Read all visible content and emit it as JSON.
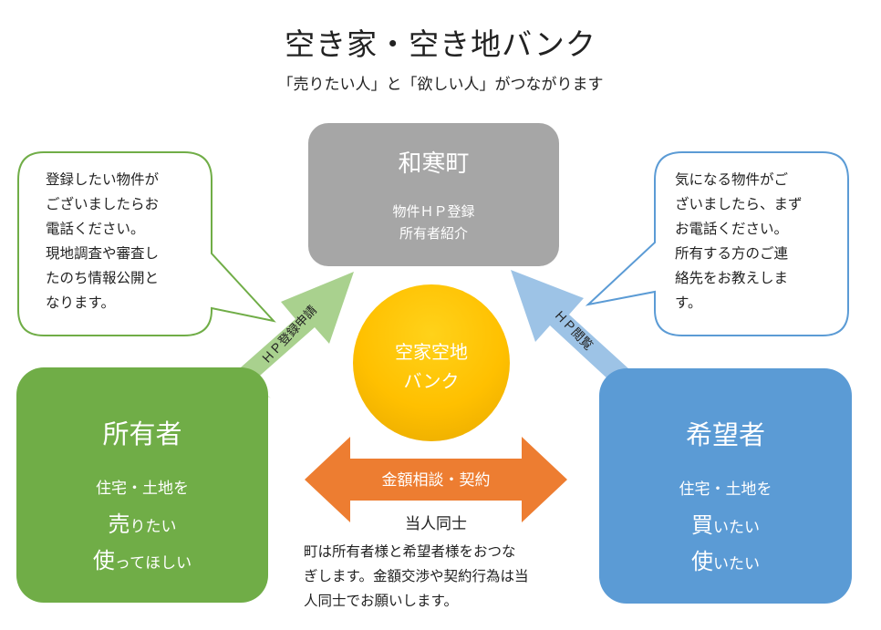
{
  "header": {
    "title": "空き家・空き地バンク",
    "subtitle": "「売りたい人」と「欲しい人」がつながります"
  },
  "town": {
    "name": "和寒町",
    "line1": "物件ＨＰ登録",
    "line2": "所有者紹介"
  },
  "center": {
    "line1": "空家空地",
    "line2": "バンク"
  },
  "owner": {
    "title": "所有者",
    "line1": "住宅・土地を",
    "line2_big": "売",
    "line2_rest": "りたい",
    "line3_big": "使",
    "line3_rest": "ってほしい"
  },
  "seeker": {
    "title": "希望者",
    "line1": "住宅・土地を",
    "line2_big": "買",
    "line2_rest": "いたい",
    "line3_big": "使",
    "line3_rest": "いたい"
  },
  "left_bubble": {
    "lines": [
      "登録したい物件が",
      "ございましたらお",
      "電話ください。",
      "現地調査や審査し",
      "たのち情報公開と",
      "なります。"
    ]
  },
  "right_bubble": {
    "lines": [
      "気になる物件がご",
      "ざいましたら、まず",
      "お電話ください。",
      "所有する方のご連",
      "絡先をお教えしま",
      "す。"
    ]
  },
  "arrows": {
    "left_label": "ＨＰ登録申請",
    "right_label": "ＨＰ閲覧"
  },
  "deal": {
    "label": "金額相談・契約",
    "sub": "当人同士",
    "note_lines": [
      "町は所有者様と希望者様をおつな",
      "ぎします。金額交渉や契約行為は当",
      "人同士でお願いします。"
    ]
  },
  "colors": {
    "owner": "#70ad47",
    "seeker": "#5b9bd5",
    "town": "#a6a6a6",
    "center": "#ffc000",
    "deal_arrow": "#ed7d31",
    "left_arrow": "#a9d18e",
    "right_arrow": "#9dc3e6"
  }
}
